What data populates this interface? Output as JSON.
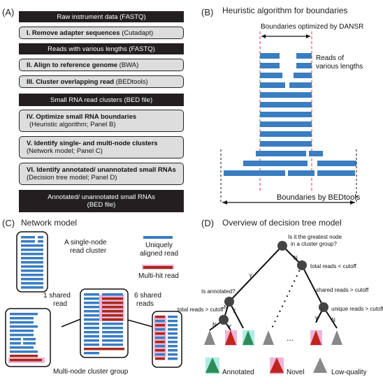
{
  "panel_a": {
    "letter": "A",
    "steps": [
      {
        "type": "dark",
        "text": "Raw instrument data (FASTQ)"
      },
      {
        "type": "light",
        "bold": "I. Remove adapter sequences",
        "rest": " (Cutadapt)"
      },
      {
        "type": "dark",
        "text": "Reads with various lengths (FASTQ)"
      },
      {
        "type": "light",
        "bold": "II. Align to reference genome",
        "rest": " (BWA)"
      },
      {
        "type": "light",
        "bold": "III. Cluster overlapping read",
        "rest": " (BEDtools)"
      },
      {
        "type": "dark",
        "text": "Small RNA read clusters (BED file)"
      },
      {
        "type": "light",
        "bold": "IV. Optimize small RNA boundaries",
        "line2": "(Heuristic algorithm; Panel B)"
      },
      {
        "type": "light",
        "bold": "V. Identify single- and multi-node clusters",
        "rest2": " (Network model; Panel C)"
      },
      {
        "type": "light",
        "bold": "VI. Identify annotated/ unannotated small RNAs",
        "rest2": " (Decision tree model; Panel D)"
      },
      {
        "type": "dark",
        "text": "Annotated/ unannotated small RNAs",
        "line2": "(BED file)"
      }
    ]
  },
  "panel_b": {
    "letter": "B",
    "title": "Heuristic algorithm for boundaries",
    "label_dansr": "Boundaries optimized by DANSR",
    "label_reads": "Reads of",
    "label_reads2": "various lengths",
    "label_bedtools": "Boundaries by BEDtools"
  },
  "panel_c": {
    "letter": "C",
    "title": "Network model",
    "single_node": "A single-node",
    "single_node2": "read cluster",
    "legend_unique": "Uniquely",
    "legend_unique2": "aligned read",
    "legend_multi": "Multi-hit read",
    "shared1": "1 shared",
    "shared1b": "read",
    "shared6": "6 shared",
    "shared6b": "reads",
    "group": "Multi-node cluster group"
  },
  "panel_d": {
    "letter": "D",
    "title": "Overview of decision tree model",
    "q_root": "Is it the greatest node",
    "q_root2": "in a cluster group?",
    "q_total_top": "total reads < cutoff",
    "q_annotated": "Is annotated?",
    "q_total_left": "total reads > cutoff",
    "q_shared": "shared reads > cutoff",
    "q_unique": "unique reads > cutoff",
    "yes": "Y",
    "no": "N",
    "ellipsis": "...",
    "legend_annotated": "Annotated",
    "legend_novel": "Novel",
    "legend_lowq": "Low-quality"
  },
  "colors": {
    "read_blue": "#3a7dc0",
    "multi_red": "#a52a1a",
    "multi_pink": "#f0b4d8",
    "dansr_red": "#e33",
    "annot_green": "#2e8b57",
    "annot_cyan": "#b0ece6",
    "novel_red": "#c0241c",
    "lowq_gray": "#888"
  }
}
